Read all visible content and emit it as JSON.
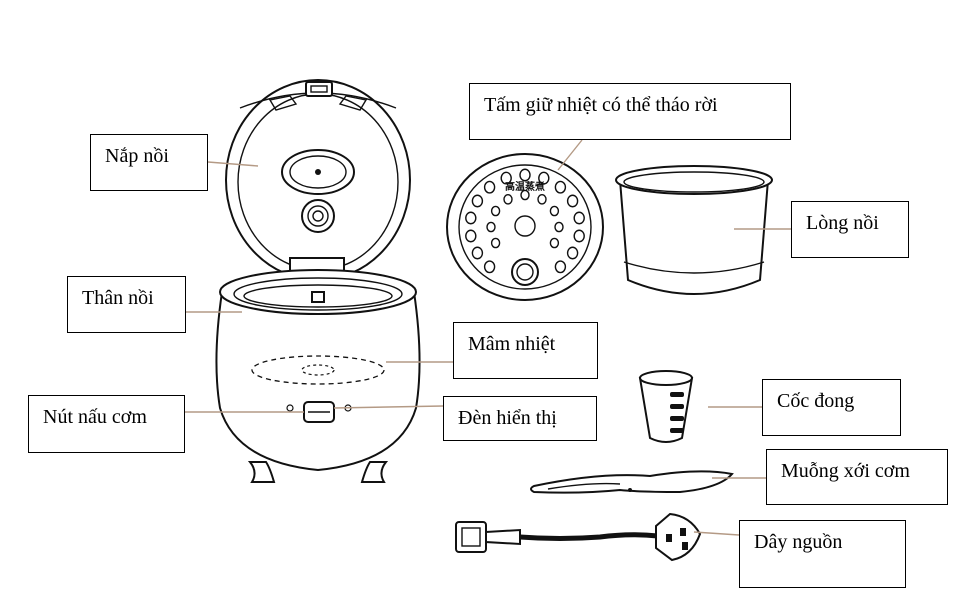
{
  "labels": {
    "lid": "Nắp nồi",
    "body": "Thân nồi",
    "cook_button": "Nút nấu cơm",
    "heating_plate": "Mâm nhiệt",
    "indicator": "Đèn hiển thị",
    "insulation_plate": "Tấm giữ nhiệt có thể tháo rời",
    "inner_pot": "Lòng nồi",
    "measuring_cup": "Cốc đong",
    "rice_spoon": "Muỗng xới cơm",
    "power_cord": "Dây nguồn"
  },
  "plate_emblem": "高温蒸煮",
  "colors": {
    "leader": "#b49a85",
    "outline": "#111111",
    "background": "#ffffff"
  }
}
